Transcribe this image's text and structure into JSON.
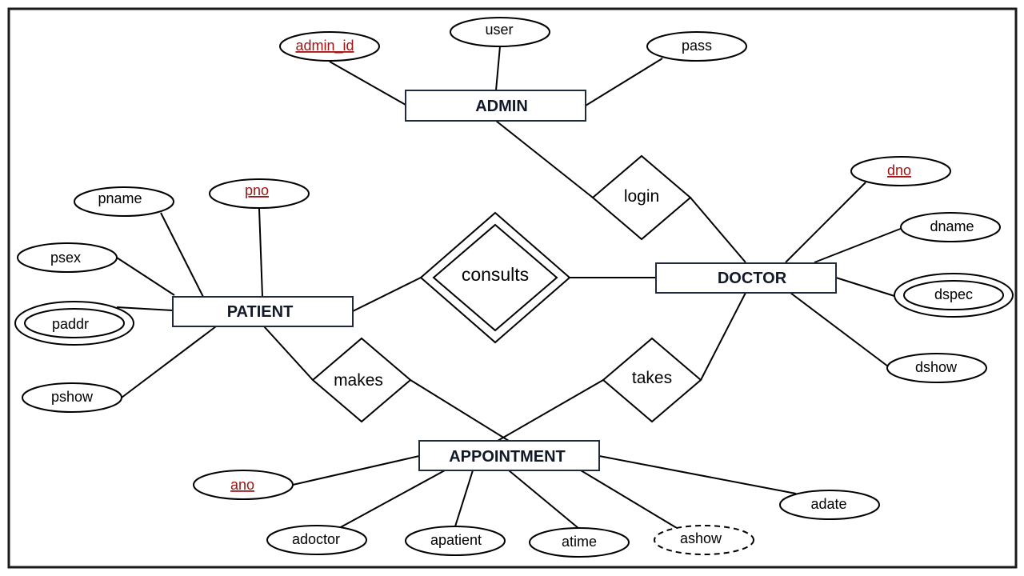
{
  "colors": {
    "frame": "#1a1a1a",
    "entity_border": "#1f2a3c",
    "entity_text": "#111827",
    "key_attribute": "#a01414",
    "line": "#000000",
    "background": "#ffffff"
  },
  "entities": {
    "admin": "ADMIN",
    "doctor": "DOCTOR",
    "patient": "PATIENT",
    "appointment": "APPOINTMENT"
  },
  "relationships": {
    "login": "login",
    "consults": "consults",
    "makes": "makes",
    "takes": "takes"
  },
  "attributes": {
    "admin": {
      "admin_id": "admin_id",
      "user": "user",
      "pass": "pass"
    },
    "doctor": {
      "dno": "dno",
      "dname": "dname",
      "dspec": "dspec",
      "dshow": "dshow"
    },
    "patient": {
      "pno": "pno",
      "pname": "pname",
      "psex": "psex",
      "paddr": "paddr",
      "pshow": "pshow"
    },
    "appointment": {
      "ano": "ano",
      "adoctor": "adoctor",
      "apatient": "apatient",
      "atime": "atime",
      "ashow": "ashow",
      "adate": "adate"
    }
  }
}
